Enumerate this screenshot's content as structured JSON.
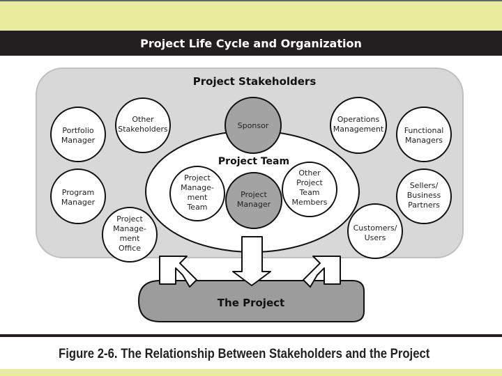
{
  "header": {
    "title": "Project Life Cycle and Organization"
  },
  "diagram": {
    "stakeholders_title": "Project Stakeholders",
    "team_title": "Project Team",
    "project_label": "The Project",
    "nodes": {
      "portfolio_manager": [
        "Portfolio",
        "Manager"
      ],
      "other_stakeholders": [
        "Other",
        "Stakeholders"
      ],
      "sponsor": [
        "Sponsor"
      ],
      "operations_management": [
        "Operations",
        "Management"
      ],
      "functional_managers": [
        "Functional",
        "Managers"
      ],
      "program_manager": [
        "Program",
        "Manager"
      ],
      "sellers_partners": [
        "Sellers/",
        "Business",
        "Partners"
      ],
      "pm_team": [
        "Project",
        "Manage-",
        "ment",
        "Team"
      ],
      "project_manager": [
        "Project",
        "Manager"
      ],
      "other_team_members": [
        "Other",
        "Project",
        "Team",
        "Members"
      ],
      "pmo": [
        "Project",
        "Manage-",
        "ment",
        "Office"
      ],
      "customers_users": [
        "Customers/",
        "Users"
      ]
    }
  },
  "caption": "Figure 2-6. The Relationship Between Stakeholders and the Project"
}
